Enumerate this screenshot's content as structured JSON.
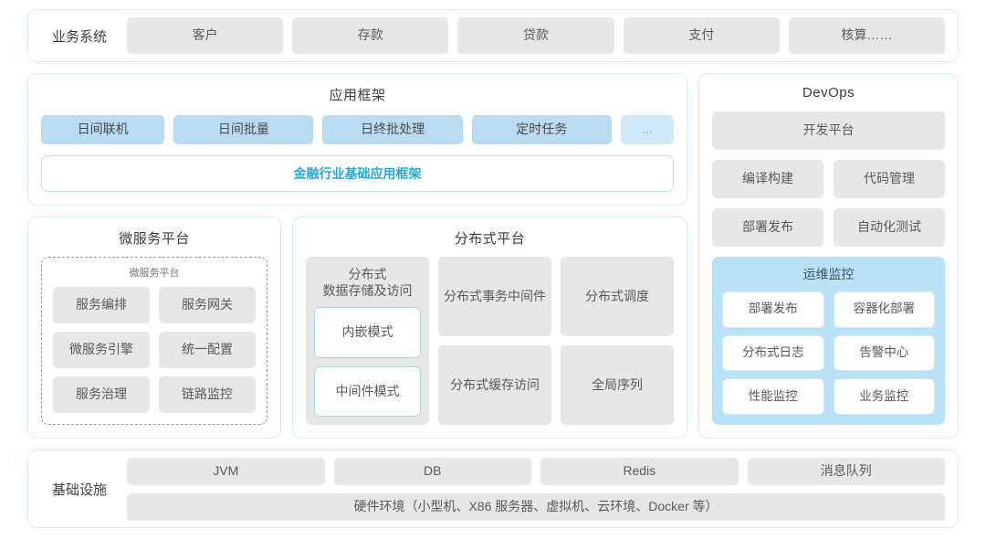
{
  "business_row": {
    "label": "业务系统",
    "items": [
      "客户",
      "存款",
      "贷款",
      "支付",
      "核算……"
    ]
  },
  "app_framework": {
    "title": "应用框架",
    "chips": [
      "日间联机",
      "日间批量",
      "日终批处理",
      "定时任务",
      "..."
    ],
    "banner": "金融行业基础应用框架"
  },
  "microservice_platform": {
    "title": "微服务平台",
    "inner_label": "微服务平台",
    "items": [
      "服务编排",
      "服务网关",
      "微服务引擎",
      "统一配置",
      "服务治理",
      "链路监控"
    ]
  },
  "distributed_platform": {
    "title": "分布式平台",
    "storage_card": {
      "title": "分布式\n数据存储及访问",
      "title_line1": "分布式",
      "title_line2": "数据存储及访问",
      "modes": [
        "内嵌模式",
        "中间件模式"
      ]
    },
    "col_b": [
      {
        "line1": "分布式",
        "line2": "事务中间件"
      },
      {
        "line1": "分布式",
        "line2": "缓存访问"
      }
    ],
    "col_c": [
      {
        "line1": "分布式调度",
        "line2": ""
      },
      {
        "line1": "全局序列",
        "line2": ""
      }
    ]
  },
  "devops": {
    "title": "DevOps",
    "platform": "开发平台",
    "pairs": [
      [
        "编译构建",
        "代码管理"
      ],
      [
        "部署发布",
        "自动化测试"
      ]
    ],
    "ops_monitoring": {
      "title": "运维监控",
      "items": [
        "部署发布",
        "容器化部署",
        "分布式日志",
        "告警中心",
        "性能监控",
        "业务监控"
      ]
    }
  },
  "infrastructure": {
    "label": "基础设施",
    "items": [
      "JVM",
      "DB",
      "Redis",
      "消息队列"
    ],
    "hardware": "硬件环境（小型机、X86 服务器、虚拟机、云环境、Docker 等）"
  },
  "colors": {
    "panel_border": "#daeef3",
    "chip_gray": "#e7e7e7",
    "chip_blue": "#b9dcf2",
    "chip_blue_light": "#cfe9f9",
    "accent_teal": "#29a8d8",
    "ops_panel": "#b9e2f7",
    "text_dark": "#3d3d3d",
    "text_gray": "#595959"
  }
}
